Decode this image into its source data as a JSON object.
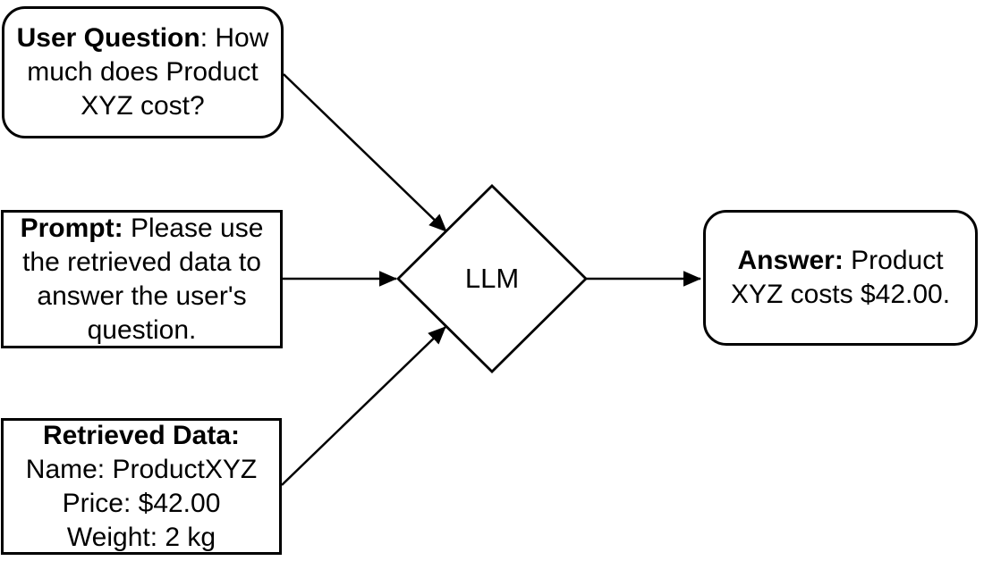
{
  "diagram": {
    "user_question": {
      "label": "User Question",
      "text": ": How much does Product XYZ cost?"
    },
    "prompt": {
      "label": "Prompt:",
      "text": " Please use the retrieved data to answer the user's question."
    },
    "retrieved_data": {
      "label": "Retrieved Data:",
      "lines": [
        "Name: ProductXYZ",
        "Price: $42.00",
        "Weight: 2 kg"
      ]
    },
    "llm": {
      "label": "LLM"
    },
    "answer": {
      "label": "Answer:",
      "text": " Product XYZ costs $42.00."
    }
  },
  "colors": {
    "stroke": "#000000",
    "fill": "#ffffff",
    "text": "#000000"
  }
}
